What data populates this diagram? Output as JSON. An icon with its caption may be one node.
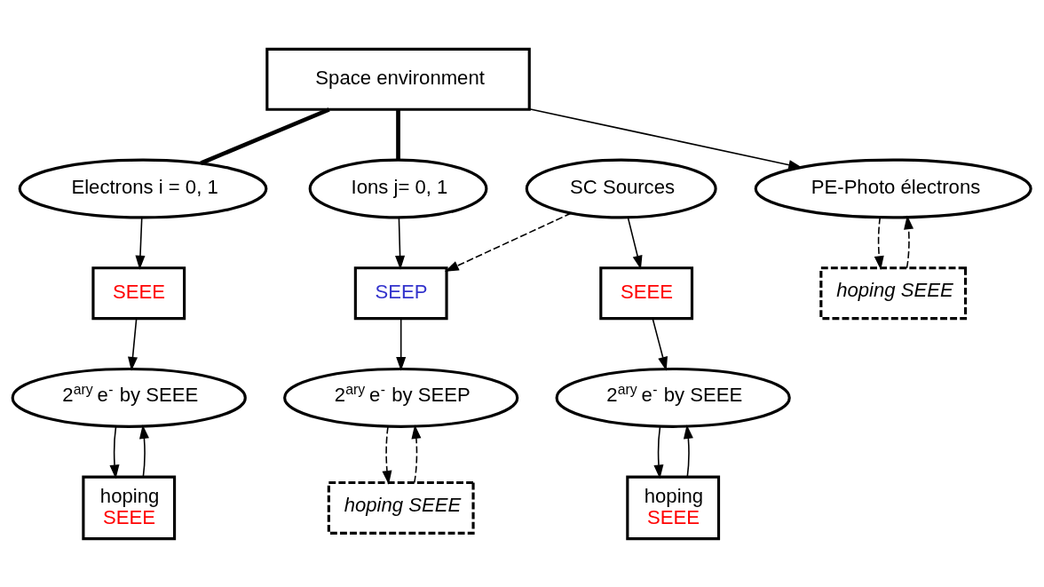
{
  "diagram": {
    "nodes": [
      {
        "text": [
          "Space environment"
        ]
      },
      {
        "text": [
          "Electrons i = 0, 1"
        ]
      },
      {
        "text": [
          "Ions j= 0, 1"
        ]
      },
      {
        "text": [
          "SC Sources"
        ]
      },
      {
        "text": [
          "PE-Photo électrons"
        ]
      },
      {
        "text": [
          "2$^{ary}$ e$^{-}$ by SEEE"
        ]
      },
      {
        "text": [
          "SEEE"
        ]
      },
      {
        "text": [
          "hoping",
          "SEEE"
        ]
      },
      {
        "text": [
          "2$^{ary}$ e$^{-}$ by SEEP"
        ]
      },
      {
        "text": [
          "hoping SEEE"
        ]
      },
      {
        "text": [
          "SEEP"
        ]
      },
      {
        "text": [
          "2$^{ary}$ e$^{-}$ by SEEE"
        ]
      },
      {
        "text": [
          "hoping",
          "SEEE"
        ]
      },
      {
        "text": [
          "SEEE"
        ]
      },
      {
        "text": [
          "hoping SEEE"
        ]
      }
    ],
    "edges": [
      {
        "from": 0,
        "to": 1,
        "arrow": "none",
        "style": "thick"
      },
      {
        "from": 0,
        "to": 2,
        "arrow": "none",
        "style": "thick"
      },
      {
        "from": 0,
        "to": 4,
        "arrow": "to"
      },
      {
        "from": 1,
        "to": 6,
        "arrow": "to"
      },
      {
        "from": 6,
        "to": 5,
        "arrow": "to"
      },
      {
        "from": 7,
        "to": 5,
        "arrow": "to"
      },
      {
        "from": 5,
        "to": 7,
        "arrow": "to"
      },
      {
        "from": 2,
        "to": 10,
        "arrow": "to"
      },
      {
        "from": 10,
        "to": 8,
        "arrow": "to"
      },
      {
        "from": 9,
        "to": 8,
        "arrow": "to",
        "style": "dashed"
      },
      {
        "from": 8,
        "to": 9,
        "arrow": "to",
        "style": "dashed"
      },
      {
        "from": 3,
        "to": 10,
        "arrow": "to",
        "style": "dashed"
      },
      {
        "from": 3,
        "to": 13,
        "arrow": "to"
      },
      {
        "from": 13,
        "to": 11,
        "arrow": "to"
      },
      {
        "from": 12,
        "to": 11,
        "arrow": "to"
      },
      {
        "from": 11,
        "to": 12,
        "arrow": "to"
      },
      {
        "from": 14,
        "to": 4,
        "arrow": "to",
        "style": "dashed"
      },
      {
        "from": 4,
        "to": 14,
        "arrow": "to",
        "style": "dashed"
      }
    ]
  }
}
